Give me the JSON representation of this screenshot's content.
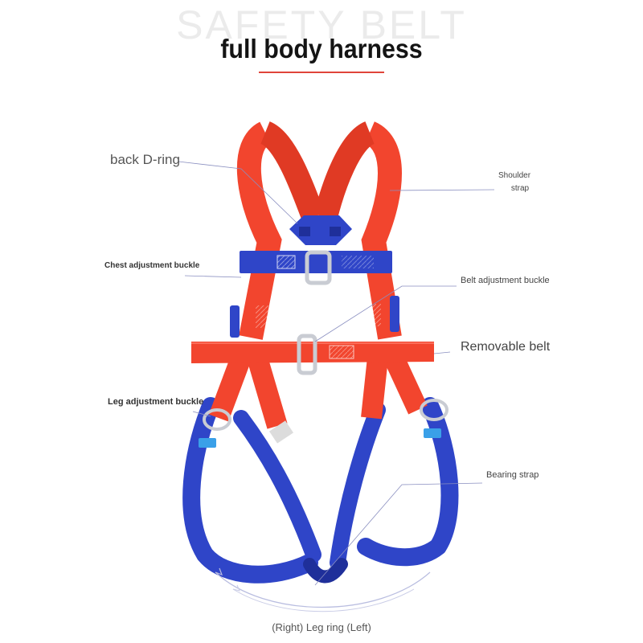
{
  "header": {
    "watermark": "SAFETY BELT",
    "title": "full body harness"
  },
  "labels": {
    "back_d_ring": "back D-ring",
    "shoulder_strap_line1": "Shoulder",
    "shoulder_strap_line2": "strap",
    "chest_adjustment_buckle": "Chest adjustment buckle",
    "belt_adjustment_buckle": "Belt adjustment buckle",
    "removable_belt": "Removable belt",
    "leg_adjustment_buckle": "Leg adjustment buckle",
    "bearing_strap": "Bearing strap",
    "leg_ring": "(Right) Leg ring (Left)"
  },
  "colors": {
    "orange_strap": "#f2452e",
    "orange_dark": "#d8341f",
    "blue_strap": "#2f45c8",
    "blue_dark": "#1f2f9a",
    "buckle_metal": "#c9ccd3",
    "leader_line": "#8a8fc0",
    "title_rule": "#e0443a"
  }
}
